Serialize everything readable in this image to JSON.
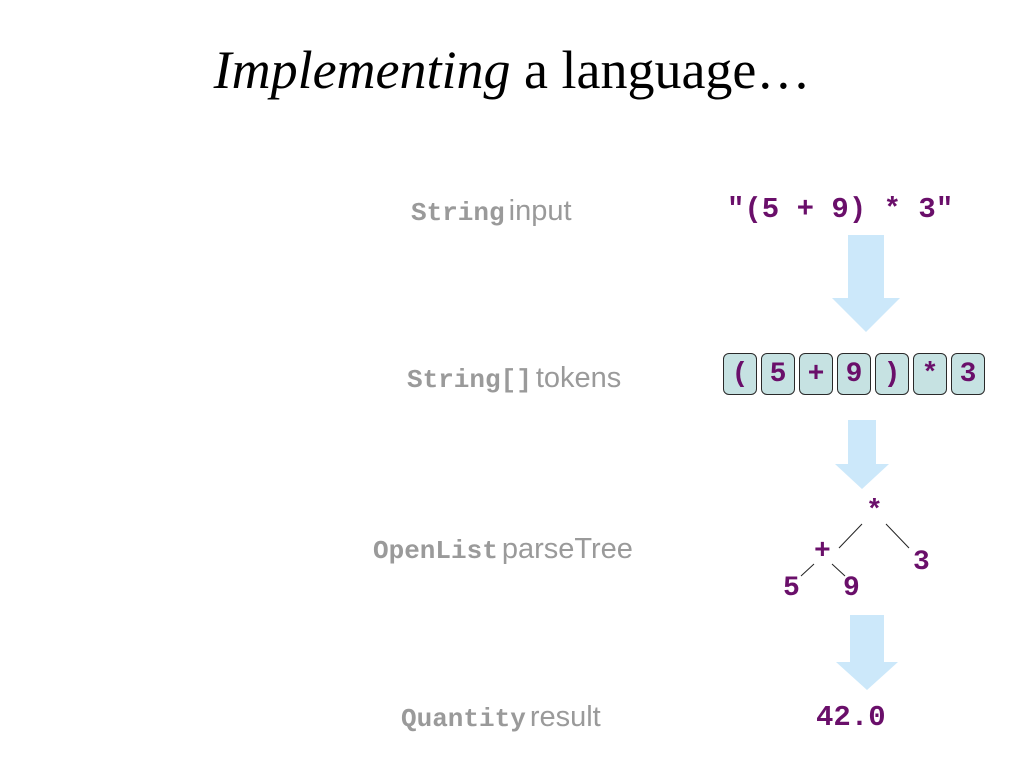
{
  "title": {
    "emphasized": "Implementing",
    "rest": " a language…"
  },
  "rows": [
    {
      "type": "String",
      "name": "input"
    },
    {
      "type": "String[]",
      "name": "tokens"
    },
    {
      "type": "OpenList",
      "name": "parseTree"
    },
    {
      "type": "Quantity",
      "name": "result"
    }
  ],
  "input_string": "\"(5 + 9) * 3\"",
  "tokens": [
    "(",
    "5",
    "+",
    "9",
    ")",
    "*",
    "3"
  ],
  "parse_tree": {
    "root": "*",
    "left": "+",
    "right": "3",
    "left_left": "5",
    "left_right": "9"
  },
  "result": "42.0",
  "colors": {
    "code": "#6a0f6a",
    "label": "#9a9a9a",
    "token_fill": "#c6e2e2",
    "arrow": "#cce8fa"
  }
}
